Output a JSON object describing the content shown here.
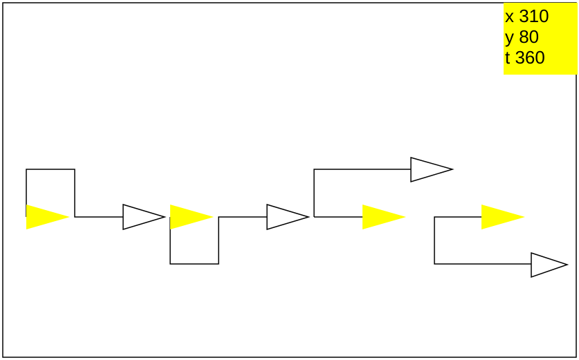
{
  "turtle_status": {
    "x_label": "x 310",
    "y_label": "y 80",
    "t_label": "t 360"
  },
  "colors": {
    "background": "#ffffff",
    "frame": "#000000",
    "path": "#000000",
    "readout_bg": "#ffff00",
    "filled_arrow": "#ffff00",
    "outline_arrow": "#ffffff"
  },
  "icons": {
    "filled_arrow": "turtle-start-icon",
    "outline_arrow": "turtle-end-icon"
  }
}
